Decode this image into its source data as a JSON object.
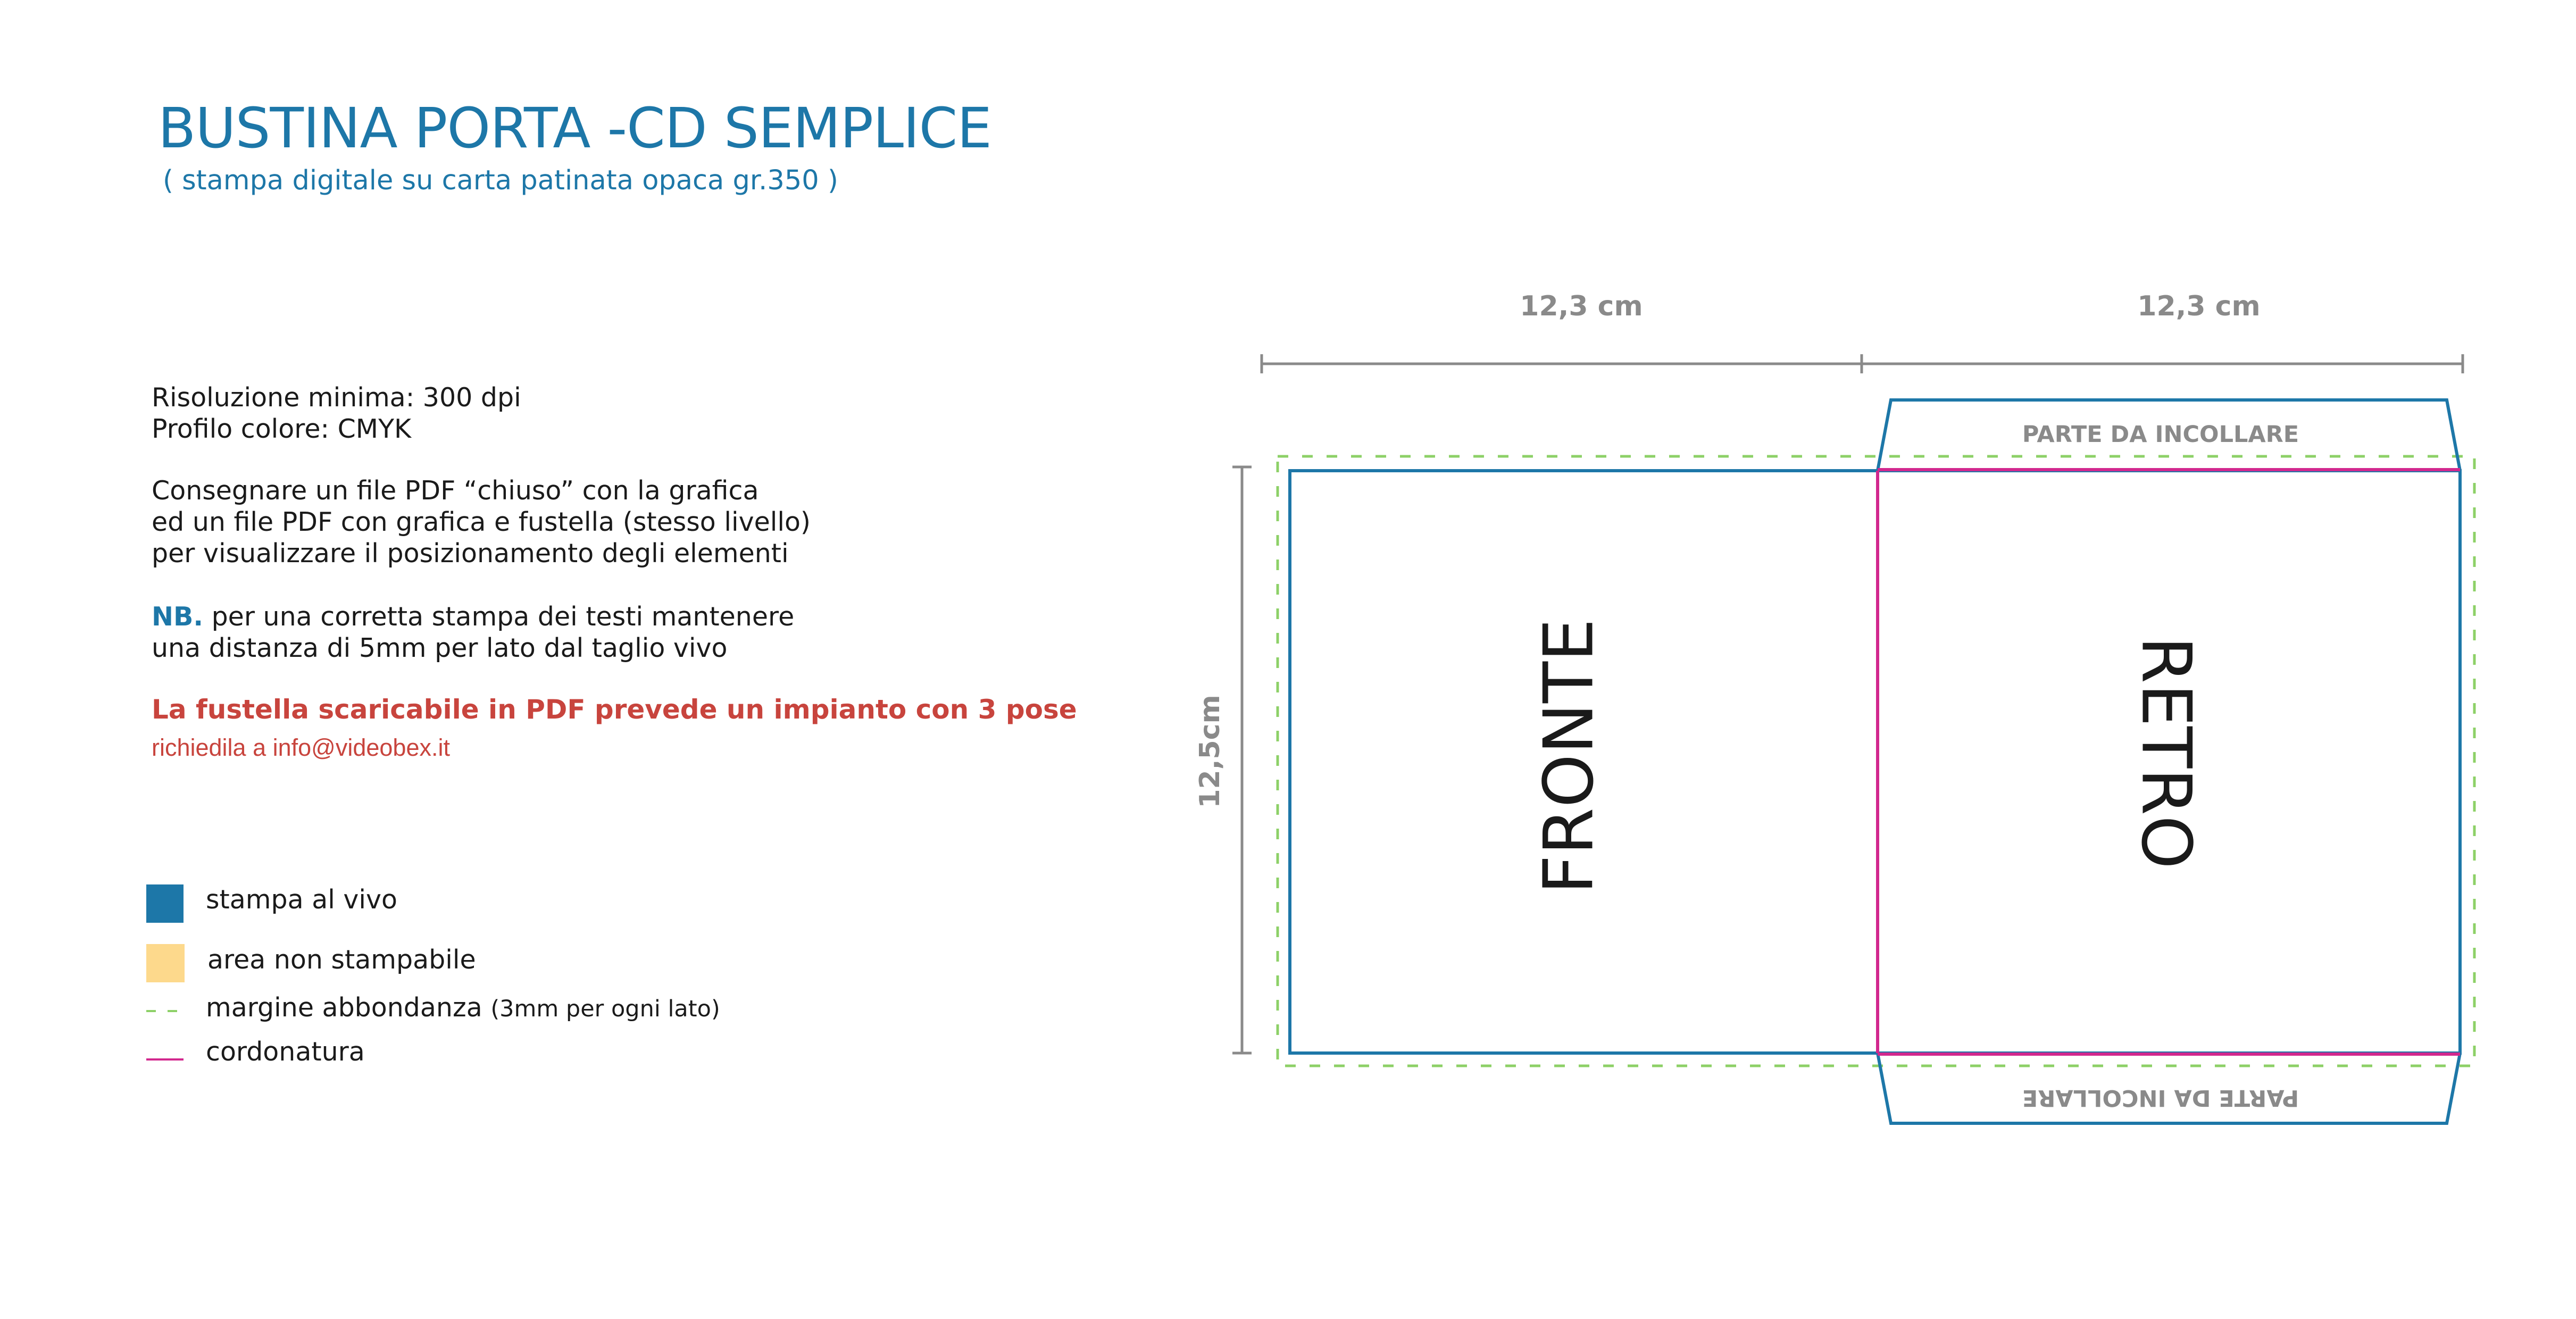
{
  "title": "BUSTINA PORTA -CD SEMPLICE",
  "subtitle": "( stampa  digitale su carta patinata opaca gr.350 )",
  "specs": {
    "resolution": "Risoluzione minima: 300 dpi",
    "color_profile": "Profilo colore: CMYK"
  },
  "delivery": {
    "line1": "Consegnare un file PDF “chiuso” con la grafica",
    "line2": "ed un file PDF con grafica e fustella (stesso livello)",
    "line3": "per visualizzare il posizionamento degli elementi"
  },
  "note": {
    "label": "NB.",
    "line1": "per una corretta stampa dei testi mantenere",
    "line2": "una distanza di 5mm per lato dal taglio vivo"
  },
  "fustella": "La fustella scaricabile in PDF prevede un impianto con 3 pose",
  "contact": "richiedila a info@videobex.it",
  "legend": {
    "bleed_print": "stampa al vivo",
    "non_printable": "area non stampabile",
    "margin": "margine abbondanza",
    "margin_note": "(3mm per ogni lato)",
    "fold": "cordonatura"
  },
  "colors": {
    "accent_blue": "#1d77a8",
    "non_printable": "#fdd98c",
    "bleed_margin": "#8dd067",
    "fold_line": "#d2288e",
    "dimension_gray": "#8a8a8a",
    "warning_red": "#c8443d"
  },
  "diagram": {
    "width_left": "12,3 cm",
    "width_right": "12,3 cm",
    "height": "12,5cm",
    "flap_top": "PARTE DA INCOLLARE",
    "flap_bottom": "PARTE DA INCOLLARE",
    "front": "FRONTE",
    "back": "RETRO"
  }
}
